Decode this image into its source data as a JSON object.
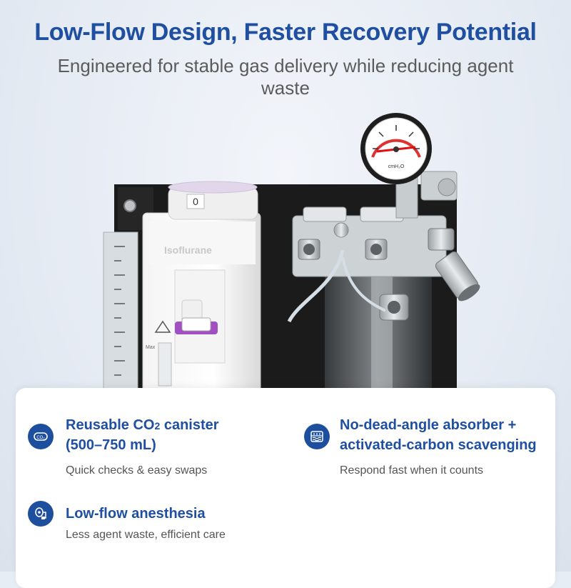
{
  "header": {
    "title": "Low-Flow Design, Faster Recovery Potential",
    "subtitle": "Engineered for stable gas delivery while reducing agent waste"
  },
  "product_image": {
    "vaporizer_label": "Isoflurane",
    "dial_value": "0",
    "gauge_label": "cmH₂O",
    "scale_label": "Max"
  },
  "features": [
    {
      "title_part1": "Reusable CO",
      "title_part2": "2",
      "title_part3": " canister",
      "title_line2": "(500–750 mL)",
      "description": "Quick checks & easy swaps",
      "icon": "co2-canister-icon"
    },
    {
      "title_line1": "No-dead-angle absorber +",
      "title_line2": "activated-carbon scavenging",
      "description": "Respond fast when it counts",
      "icon": "absorber-filter-icon"
    },
    {
      "title_line1": "Low-flow anesthesia",
      "description": "Less agent waste, efficient care",
      "icon": "anesthesia-mask-icon"
    }
  ],
  "colors": {
    "brand_blue": "#1f4fa0",
    "icon_blue": "#1d4f9e",
    "vaporizer_accent": "#a14fc1"
  }
}
